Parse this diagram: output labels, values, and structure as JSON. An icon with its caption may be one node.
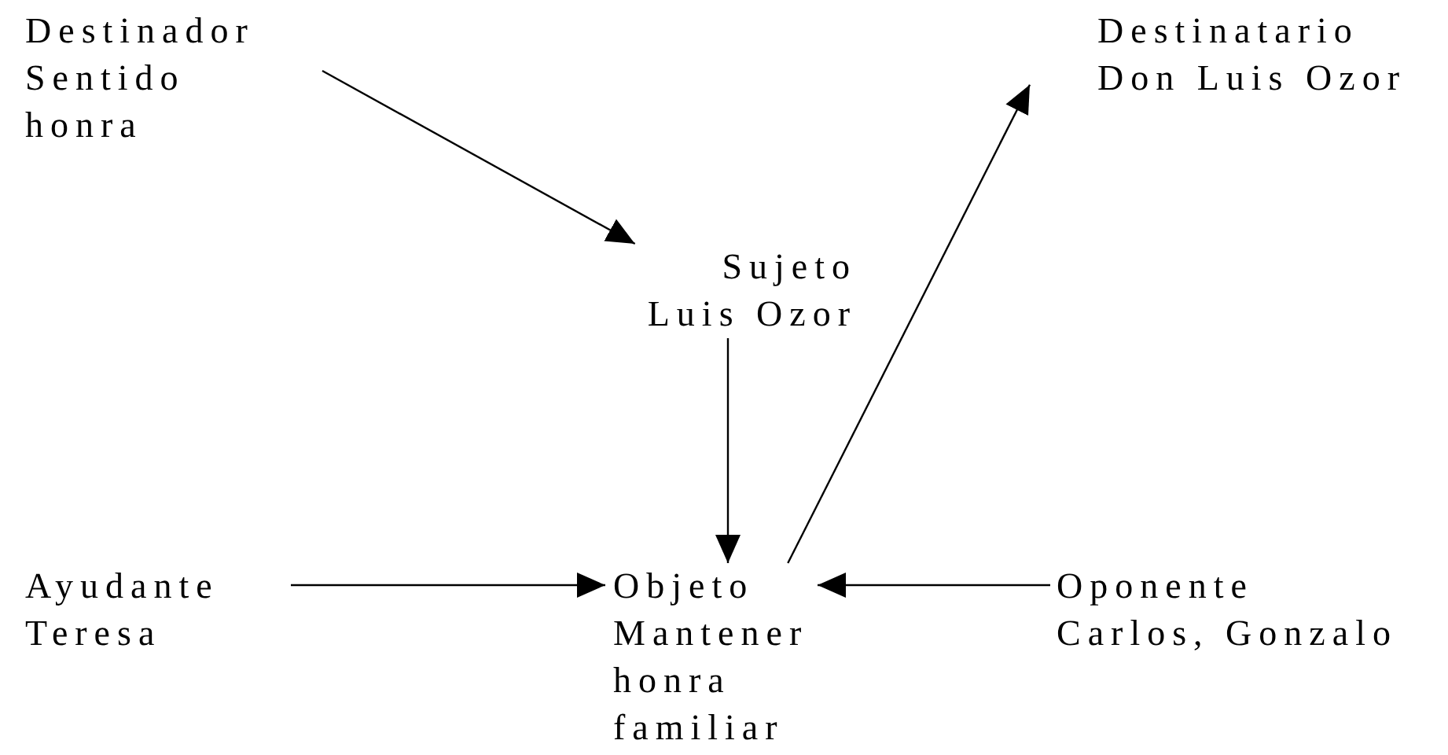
{
  "diagram": {
    "nodes": [
      {
        "text": [
          "Destinador",
          "Sentido honra"
        ]
      },
      {
        "text": [
          "Destinatario",
          "Don Luis Ozor"
        ]
      },
      {
        "text": [
          "Sujeto",
          "Luis Ozor"
        ]
      },
      {
        "text": [
          "Ayudante",
          "Teresa"
        ]
      },
      {
        "text": [
          "Objeto",
          "Mantener honra familiar"
        ]
      },
      {
        "text": [
          "Oponente",
          "Carlos, Gonzalo"
        ]
      }
    ],
    "edges": [
      {
        "from": 0,
        "to": 2,
        "arrow": "to"
      },
      {
        "from": 2,
        "to": 4,
        "arrow": "to"
      },
      {
        "from": 4,
        "to": 1,
        "arrow": "to"
      },
      {
        "from": 3,
        "to": 4,
        "arrow": "to"
      },
      {
        "from": 5,
        "to": 4,
        "arrow": "to"
      }
    ]
  }
}
